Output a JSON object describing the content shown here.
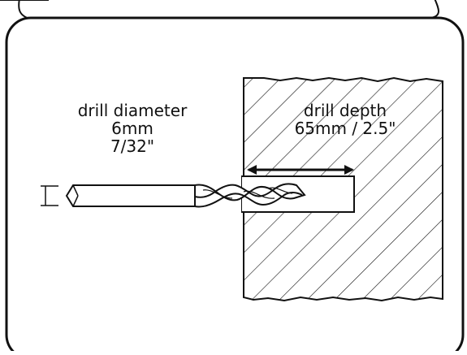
{
  "diagram": {
    "diameter": {
      "title": "drill diameter",
      "metric": "6mm",
      "imperial": "7/32\""
    },
    "depth": {
      "title": "drill depth",
      "value": "65mm / 2.5\""
    }
  },
  "colors": {
    "ink": "#111111",
    "background": "#ffffff"
  }
}
